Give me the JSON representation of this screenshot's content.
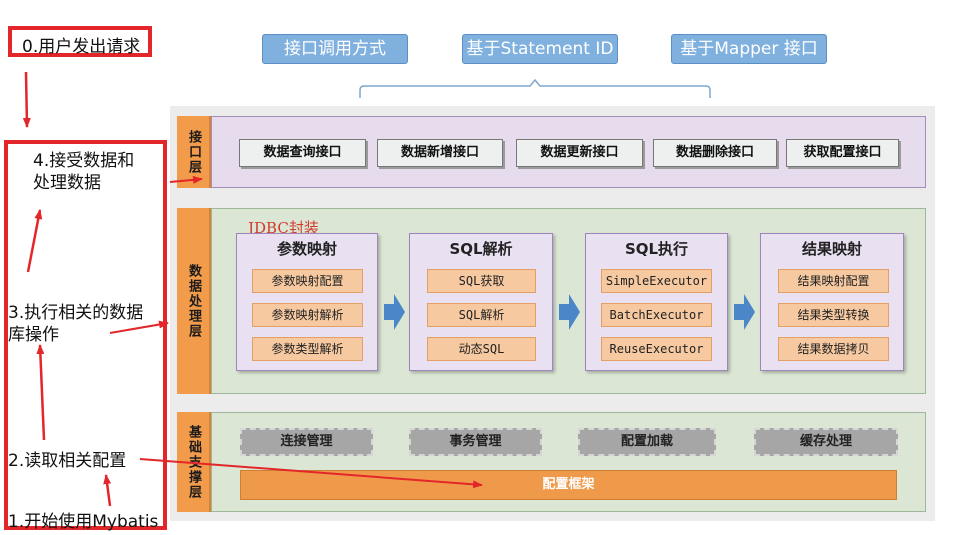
{
  "annotations": {
    "step0": "0.用户发出请求",
    "step4_line1": "4.接受数据和",
    "step4_line2": "处理数据",
    "step3_line1": "3.执行相关的数据",
    "step3_line2": "库操作",
    "step2": "2.读取相关配置",
    "step1": "1.开始使用Mybatis"
  },
  "top_labels": [
    "接口调用方式",
    "基于Statement ID",
    "基于Mapper 接口"
  ],
  "interface_layer": {
    "tag": "接口层",
    "items": [
      "数据查询接口",
      "数据新增接口",
      "数据更新接口",
      "数据删除接口",
      "获取配置接口"
    ]
  },
  "processing_layer": {
    "tag": "数据处理层",
    "note": "JDBC封装",
    "modules": [
      {
        "title": "参数映射",
        "items": [
          "参数映射配置",
          "参数映射解析",
          "参数类型解析"
        ]
      },
      {
        "title": "SQL解析",
        "items": [
          "SQL获取",
          "SQL解析",
          "动态SQL"
        ]
      },
      {
        "title": "SQL执行",
        "items": [
          "SimpleExecutor",
          "BatchExecutor",
          "ReuseExecutor"
        ]
      },
      {
        "title": "结果映射",
        "items": [
          "结果映射配置",
          "结果类型转换",
          "结果数据拷贝"
        ]
      }
    ]
  },
  "support_layer": {
    "tag": "基础支撑层",
    "items": [
      "连接管理",
      "事务管理",
      "配置加载",
      "缓存处理"
    ],
    "config_bar": "配置框架"
  },
  "colors": {
    "annotation_red": "#e3262a",
    "layer_tag": "#f29b4a",
    "top_label": "#7fb0de",
    "flow_arrow": "#4a86c8"
  }
}
